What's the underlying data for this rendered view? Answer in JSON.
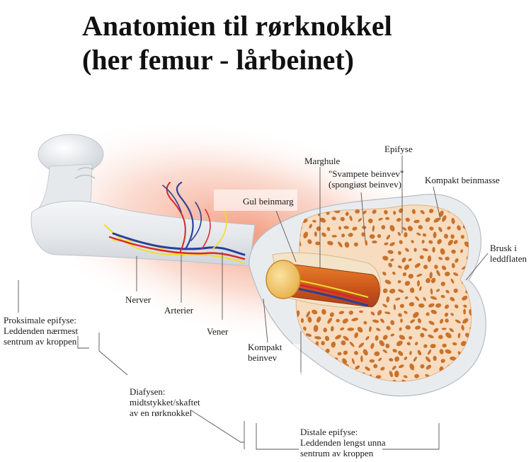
{
  "title": {
    "line1": "Anatomien til rørknokkel",
    "line2": "(her femur - lårbeinet)"
  },
  "labels": {
    "marghule": "Marghule",
    "epifyse": "Epifyse",
    "svampete_l1": "\"Svampete beinvev\"",
    "svampete_l2": "(spongiøst beinvev)",
    "kompakt_beinmasse": "Kompakt beinmasse",
    "gul_beinmarg": "Gul beinmarg",
    "brusk_l1": "Brusk i",
    "brusk_l2": "leddflaten",
    "nerver": "Nerver",
    "arterier": "Arterier",
    "vener": "Vener",
    "kompakt_beinvev_l1": "Kompakt",
    "kompakt_beinvev_l2": "beinvev",
    "proksimale_l1": "Proksimale epifyse:",
    "proksimale_l2": "Leddenden nærmest",
    "proksimale_l3": "sentrum av kroppen",
    "diafysen_l1": "Diafysen:",
    "diafysen_l2": "midtstykket/skaftet",
    "diafysen_l3": "av en rørknokkel",
    "distale_l1": "Distale epifyse:",
    "distale_l2": "Leddenden lengst unna",
    "distale_l3": "sentrum av kroppen"
  },
  "colors": {
    "bone": "#e8ebee",
    "spongy": "#f6d6b6",
    "marrow": "#d96a1c",
    "yellow_marrow": "#f2c75c",
    "artery": "#d8272c",
    "vein": "#2a3f9c",
    "nerve": "#f1dd2a",
    "glow": "#f08a6a"
  }
}
